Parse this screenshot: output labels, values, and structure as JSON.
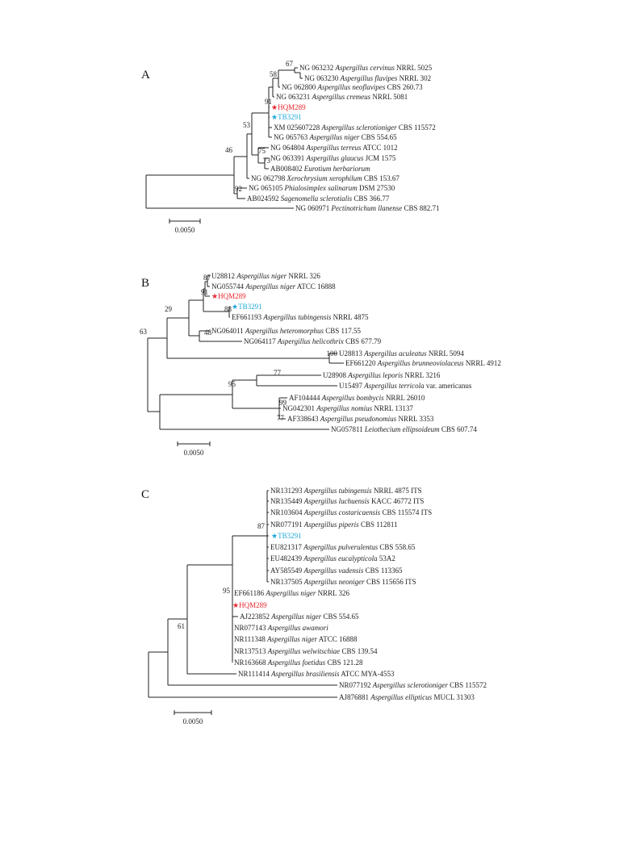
{
  "panels": [
    {
      "label": "A",
      "scale_label": "0.0050",
      "tips": [
        {
          "acc": "NG 063232",
          "species": "Aspergillus cervinus",
          "strain": "NRRL 5025"
        },
        {
          "acc": "NG 063230",
          "species": "Aspergillus flavipes",
          "strain": "NRRL 302"
        },
        {
          "acc": "NG 062800",
          "species": "Aspergillus neoflavipes",
          "strain": "CBS 260.73"
        },
        {
          "acc": "NG 063231",
          "species": "Aspergillus cremeus",
          "strain": "NRRL 5081"
        },
        {
          "acc": "HQM289",
          "species": "",
          "strain": "",
          "highlight": "red"
        },
        {
          "acc": "TB3291",
          "species": "",
          "strain": "",
          "highlight": "cyan"
        },
        {
          "acc": "XM 025607228",
          "species": "Aspergillus sclerotioniger",
          "strain": "CBS 115572"
        },
        {
          "acc": "NG 065763",
          "species": "Aspergillus niger",
          "strain": "CBS 554.65"
        },
        {
          "acc": "NG 064804",
          "species": "Aspergillus terreus",
          "strain": "ATCC 1012"
        },
        {
          "acc": "NG 063391",
          "species": "Aspergillus glaucus",
          "strain": "JCM 1575"
        },
        {
          "acc": "AB008402",
          "species": "Eurotium herbariorum",
          "strain": ""
        },
        {
          "acc": "NG 062798",
          "species": "Xerochrysium xerophilum",
          "strain": "CBS 153.67"
        },
        {
          "acc": "NG 065105",
          "species": "Phialosimplex salinarum",
          "strain": "DSM 27530"
        },
        {
          "acc": "AB024592",
          "species": "Sagenomella sclerotialis",
          "strain": "CBS 366.77"
        },
        {
          "acc": "NG 060971",
          "species": "Pectinotrichum llanense",
          "strain": "CBS 882.71"
        }
      ],
      "bootstrap": [
        "67",
        "58",
        "91",
        "53",
        "46",
        "75",
        "73",
        "92"
      ]
    },
    {
      "label": "B",
      "scale_label": "0.0050",
      "tips": [
        {
          "acc": "U28812",
          "species": "Aspergillus niger",
          "strain": "NRRL 326"
        },
        {
          "acc": "NG055744",
          "species": "Aspergillus niger",
          "strain": "ATCC 16888"
        },
        {
          "acc": "HQM289",
          "species": "",
          "strain": "",
          "highlight": "red"
        },
        {
          "acc": "TB3291",
          "species": "",
          "strain": "",
          "highlight": "cyan"
        },
        {
          "acc": "EF661193",
          "species": "Aspergillus tubingensis",
          "strain": "NRRL 4875"
        },
        {
          "acc": "NG064011",
          "species": "Aspergillus heteromorphus",
          "strain": "CBS 117.55"
        },
        {
          "acc": "NG064117",
          "species": "Aspergillus helicothrix",
          "strain": "CBS 677.79"
        },
        {
          "acc": "U28813",
          "species": "Aspergillus aculeatus",
          "strain": "NRRL 5094"
        },
        {
          "acc": "EF661220",
          "species": "Aspergillus brunneoviolaceus",
          "strain": "NRRL 4912"
        },
        {
          "acc": "U28908",
          "species": "Aspergillus leporis",
          "strain": "NRRL 3216"
        },
        {
          "acc": "U15497",
          "species": "Aspergillus terricola",
          "strain": "var. americanus"
        },
        {
          "acc": "AF104444",
          "species": "Aspergillus bombycis",
          "strain": "NRRL 26010"
        },
        {
          "acc": "NG042301",
          "species": "Aspergillus nomius",
          "strain": "NRRL 13137"
        },
        {
          "acc": "AF338643",
          "species": "Aspergillus pseudonomius",
          "strain": "NRRL 3353"
        },
        {
          "acc": "NG057811",
          "species": "Leiothecium ellipsoideum",
          "strain": "CBS 607.74"
        }
      ],
      "bootstrap": [
        "87",
        "91",
        "88",
        "29",
        "48",
        "63",
        "100",
        "77",
        "95",
        "99",
        "77"
      ]
    },
    {
      "label": "C",
      "scale_label": "0.0050",
      "tips": [
        {
          "acc": "NR131293",
          "species": "Aspergillus tubingensis",
          "strain": "NRRL 4875 ITS"
        },
        {
          "acc": "NR135449",
          "species": "Aspergillus luchuensis",
          "strain": "KACC 46772 ITS"
        },
        {
          "acc": "NR103604",
          "species": "Aspergillus costaricaensis",
          "strain": "CBS 115574 ITS"
        },
        {
          "acc": "NR077191",
          "species": "Aspergillus piperis",
          "strain": "CBS 112811"
        },
        {
          "acc": "TB3291",
          "species": "",
          "strain": "",
          "highlight": "cyan"
        },
        {
          "acc": "EU821317",
          "species": "Aspergillus pulverulentus",
          "strain": "CBS 558.65"
        },
        {
          "acc": "EU482439",
          "species": "Aspergillus eucalypticola",
          "strain": "53A2"
        },
        {
          "acc": "AY585549",
          "species": "Aspergillus vadensis",
          "strain": "CBS 113365"
        },
        {
          "acc": "NR137505",
          "species": "Aspergillus neoniger",
          "strain": "CBS 115656 ITS"
        },
        {
          "acc": "EF661186",
          "species": "Aspergillus niger",
          "strain": "NRRL 326"
        },
        {
          "acc": "HQM289",
          "species": "",
          "strain": "",
          "highlight": "red"
        },
        {
          "acc": "AJ223852",
          "species": "Aspergillus niger",
          "strain": "CBS 554.65"
        },
        {
          "acc": "NR077143",
          "species": "Aspergillus awamori",
          "strain": ""
        },
        {
          "acc": "NR111348",
          "species": "Aspergillus niger",
          "strain": "ATCC 16888"
        },
        {
          "acc": "NR137513",
          "species": "Aspergillus welwitschiae",
          "strain": "CBS 139.54"
        },
        {
          "acc": "NR163668",
          "species": "Aspergillus foetidus",
          "strain": "CBS 121.28"
        },
        {
          "acc": "NR111414",
          "species": "Aspergillus brasiliensis",
          "strain": "ATCC MYA-4553"
        },
        {
          "acc": "NR077192",
          "species": "Aspergillus sclerotioniger",
          "strain": "CBS 115572"
        },
        {
          "acc": "AJ876881",
          "species": "Aspergillus ellipticus",
          "strain": "MUCL 31303"
        }
      ],
      "bootstrap": [
        "87",
        "95",
        "61"
      ]
    }
  ],
  "colors": {
    "highlight_red": "#e8242c",
    "highlight_cyan": "#1ea7d8",
    "line": "#222222"
  }
}
